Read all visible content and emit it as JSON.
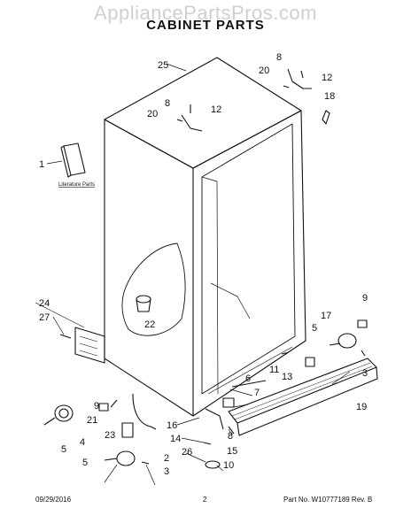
{
  "watermark": "AppliancePartsPros.com",
  "title": "CABINET PARTS",
  "literature_label": "Literature Parts",
  "callouts": [
    "1",
    "2",
    "3",
    "4",
    "5",
    "6",
    "7",
    "8",
    "9",
    "10",
    "11",
    "12",
    "13",
    "14",
    "15",
    "16",
    "17",
    "18",
    "19",
    "20",
    "21",
    "22",
    "23",
    "24",
    "25",
    "26",
    "27"
  ],
  "footer": {
    "date": "09/29/2016",
    "page": "2",
    "part_number": "Part No. W10777189  Rev. B"
  }
}
